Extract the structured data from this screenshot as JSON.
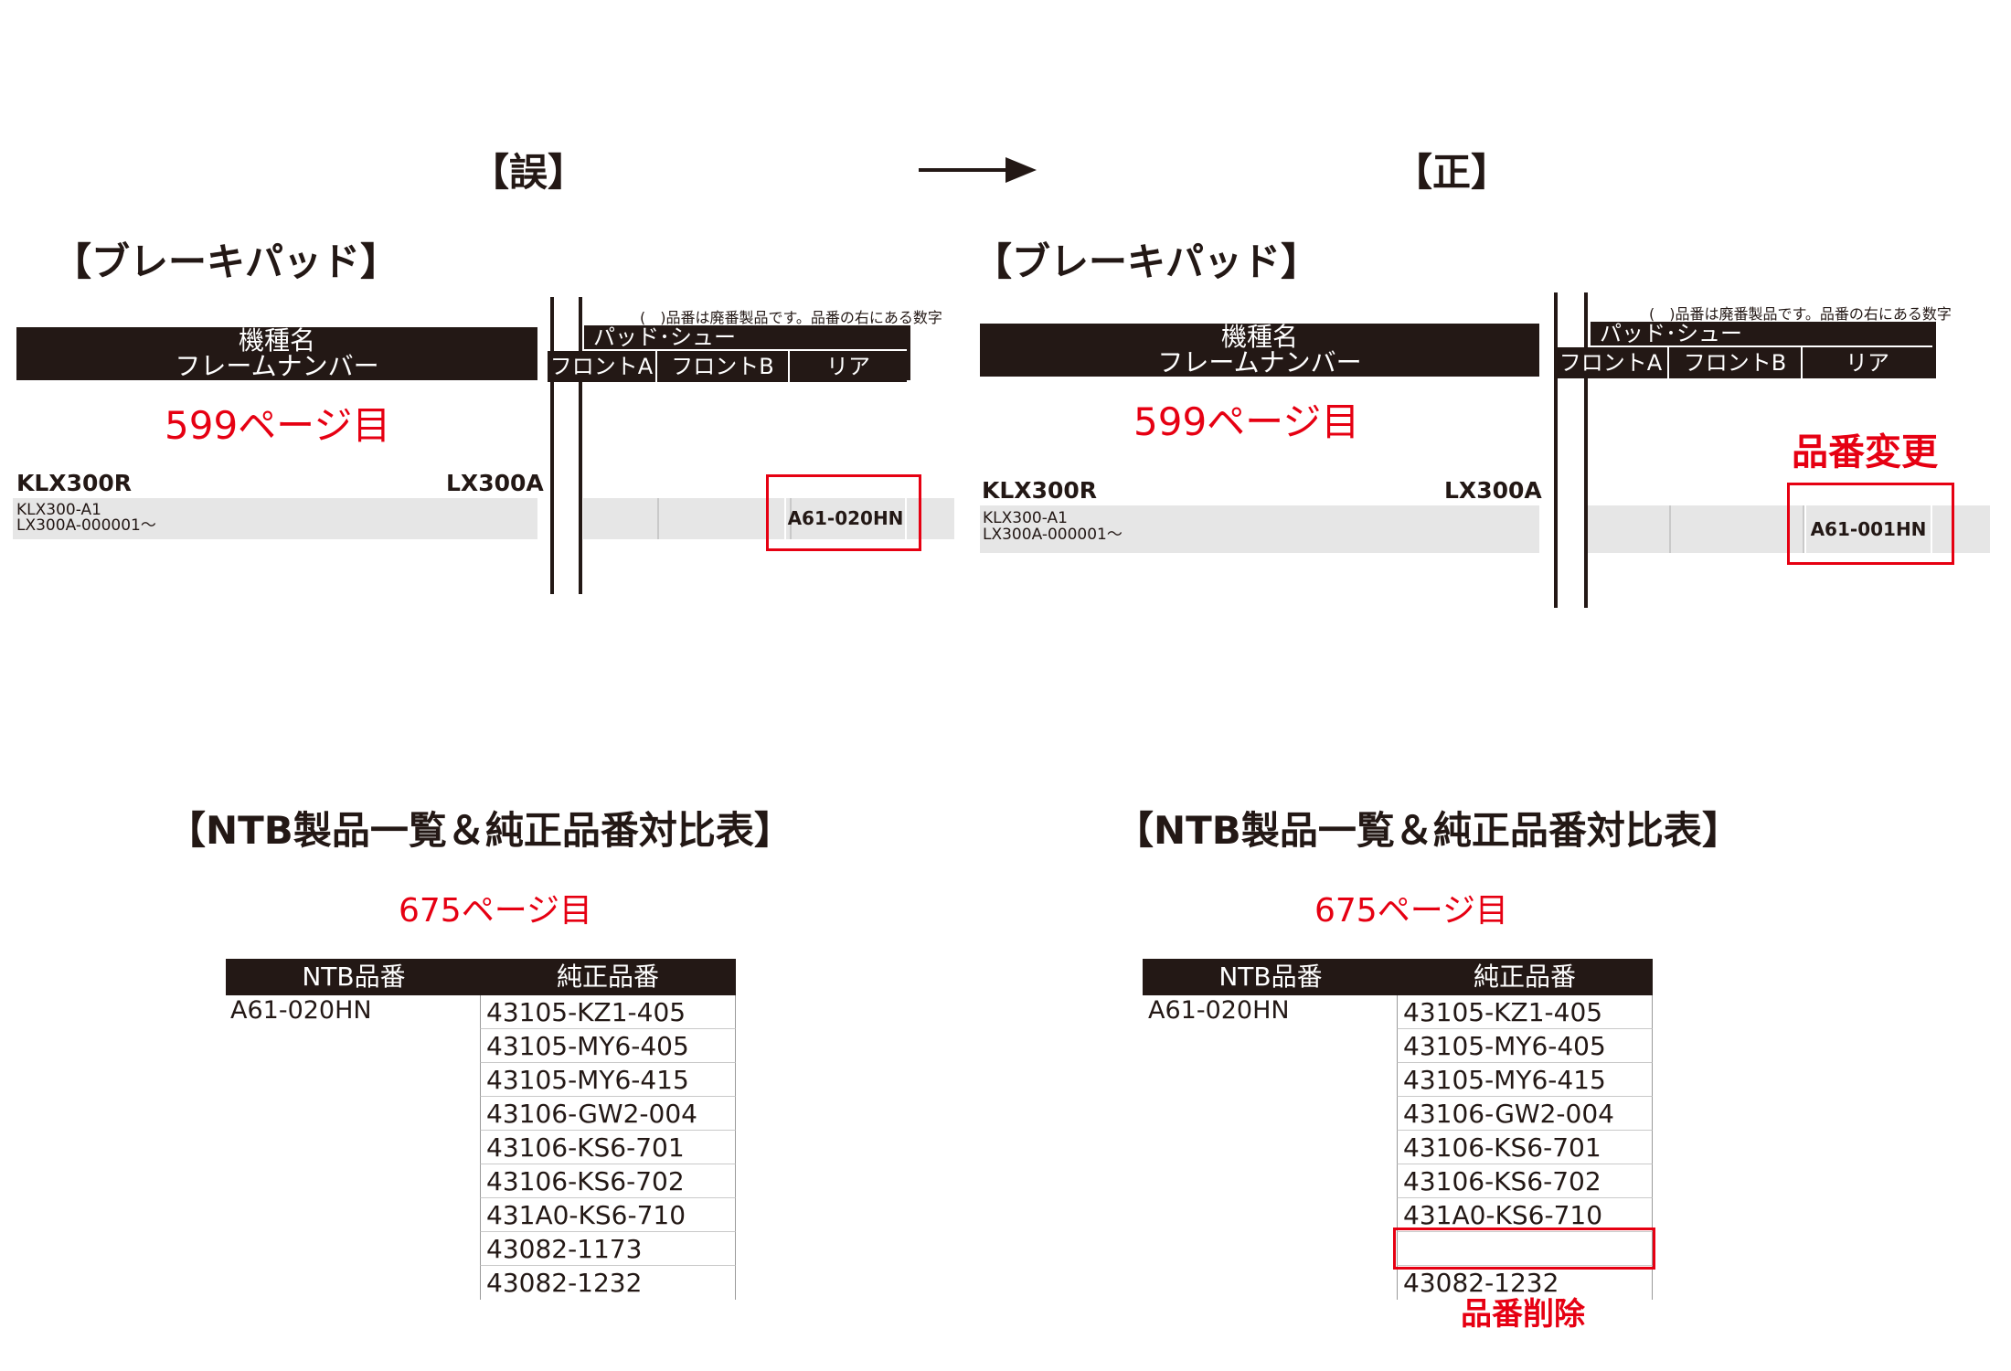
{
  "headings": {
    "wrong": "【誤】",
    "correct": "【正】"
  },
  "colors": {
    "red": "#e60012",
    "dark": "#231815",
    "row_gray": "#e6e6e6"
  },
  "brake": {
    "section_title": "【ブレーキパッド】",
    "header": {
      "model_name": "機種名",
      "frame_number": "フレームナンバー",
      "pad_shoe": "パッド･シュー",
      "front_a": "フロントA",
      "front_b": "フロントB",
      "rear": "リア"
    },
    "note": "(　)品番は廃番製品です。品番の右にある数字",
    "page_ref": "599ページ目",
    "row": {
      "model": "KLX300R",
      "code": "LX300A",
      "frame_line1": "KLX300-A1",
      "frame_line2": "LX300A-000001～"
    },
    "wrong_part": "A61-020HN",
    "correct_part": "A61-001HN",
    "change_label": "品番変更"
  },
  "compare": {
    "section_title": "【NTB製品一覧＆純正品番対比表】",
    "page_ref": "675ページ目",
    "col_ntb": "NTB品番",
    "col_oem": "純正品番",
    "ntb_part": "A61-020HN",
    "oem_parts": [
      "43105-KZ1-405",
      "43105-MY6-405",
      "43105-MY6-415",
      "43106-GW2-004",
      "43106-KS6-701",
      "43106-KS6-702",
      "431A0-KS6-710",
      "43082-1173"
    ],
    "cut_row": "43082-1232",
    "delete_label": "品番削除"
  }
}
